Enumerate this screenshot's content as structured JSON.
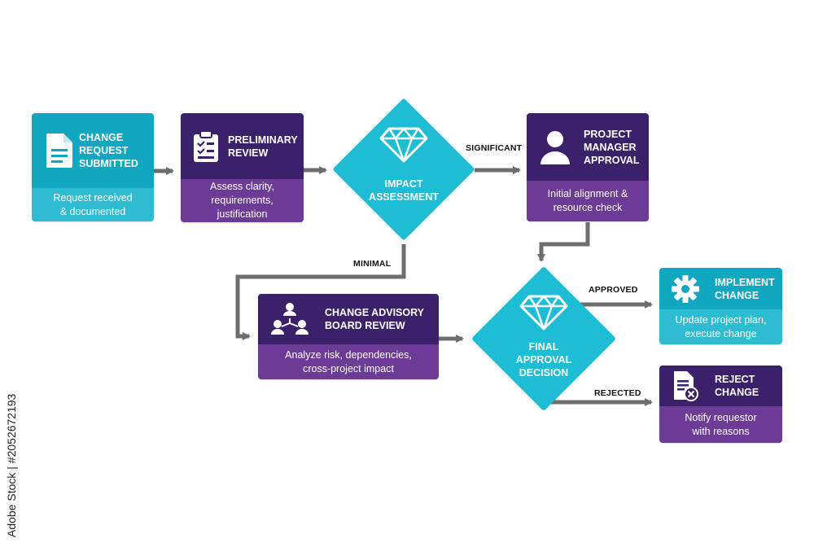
{
  "nodes": {
    "change_request": {
      "title": "CHANGE\nREQUEST\nSUBMITTED",
      "desc": "Request received\n& documented"
    },
    "preliminary_review": {
      "title": "PRELIMINARY\nREVIEW",
      "desc": "Assess clarity,\nrequirements,\njustification"
    },
    "impact_assessment": {
      "title": "IMPACT\nASSESSMENT"
    },
    "pm_approval": {
      "title": "PROJECT\nMANAGER\nAPPROVAL",
      "desc": "Initial alignment &\nresource check"
    },
    "cab_review": {
      "title": "CHANGE ADVISORY\nBOARD REVIEW",
      "desc": "Analyze risk, dependencies,\ncross-project impact"
    },
    "final_decision": {
      "title": "FINAL\nAPPROVAL\nDECISION"
    },
    "implement": {
      "title": "IMPLEMENT\nCHANGE",
      "desc": "Update project plan,\nexecute change"
    },
    "reject": {
      "title": "REJECT\nCHANGE",
      "desc": "Notify requestor\nwith reasons"
    }
  },
  "edges": {
    "significant": "SIGNIFICANT",
    "minimal": "MINIMAL",
    "approved": "APPROVED",
    "rejected": "REJECTED"
  },
  "watermark": "Adobe Stock | #205267219​3",
  "colors": {
    "teal_dark": "#11a7c0",
    "teal_light": "#2dbcd2",
    "purple_dark": "#3a2169",
    "purple_light": "#6b3b96",
    "diamond": "#1ebcd5",
    "arrow": "#6e6e6e"
  },
  "icons": {
    "change_request": "document-icon",
    "preliminary_review": "clipboard-checklist-icon",
    "impact_assessment": "diamond-gem-icon",
    "pm_approval": "user-icon",
    "cab_review": "team-network-icon",
    "final_decision": "diamond-gem-icon",
    "implement": "gear-icon",
    "reject": "document-x-icon"
  }
}
